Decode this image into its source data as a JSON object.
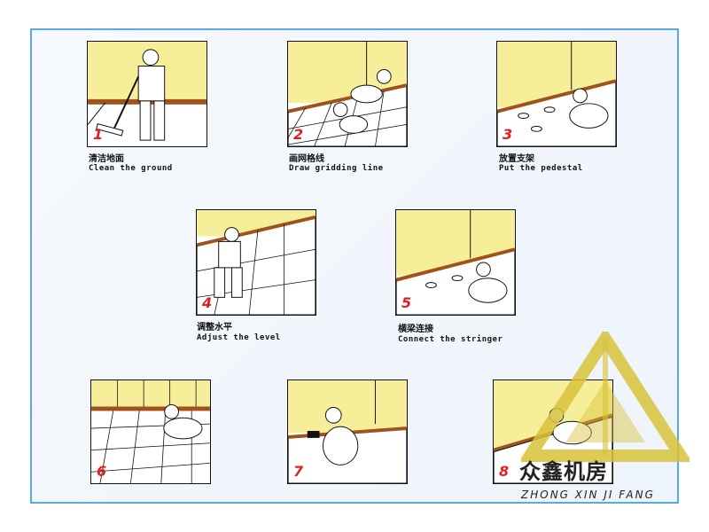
{
  "steps": [
    {
      "number": "1",
      "cn": "清洁地面",
      "en": "Clean the ground"
    },
    {
      "number": "2",
      "cn": "画网格线",
      "en": "Draw gridding line"
    },
    {
      "number": "3",
      "cn": "放置支架",
      "en": "Put the pedestal"
    },
    {
      "number": "4",
      "cn": "调整水平",
      "en": "Adjust the level"
    },
    {
      "number": "5",
      "cn": "横梁连接",
      "en": "Connect the stringer"
    },
    {
      "number": "6",
      "cn": "",
      "en": ""
    },
    {
      "number": "7",
      "cn": "",
      "en": ""
    },
    {
      "number": "8",
      "cn": "",
      "en": ""
    }
  ],
  "logo": {
    "cn": "众鑫机房",
    "en": "ZHONG XIN JI FANG",
    "color": "#d8c23a"
  },
  "colors": {
    "wall": "#f7ee9a",
    "border": "#5aa9e6",
    "number": "#e02020"
  }
}
